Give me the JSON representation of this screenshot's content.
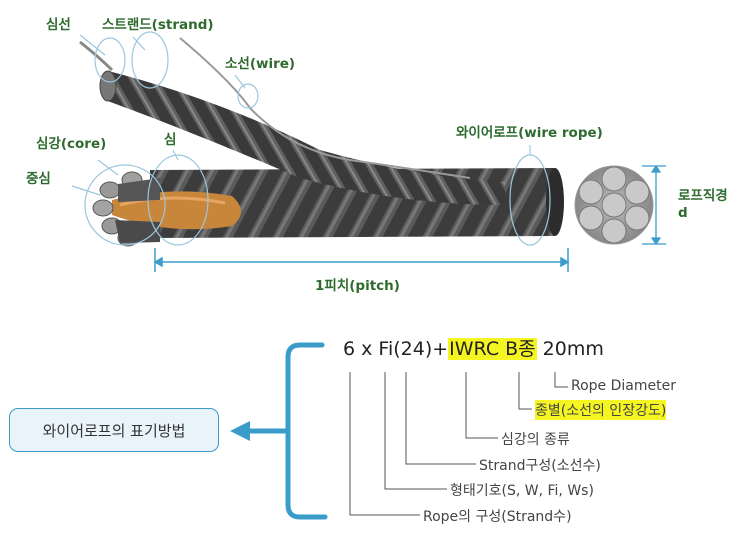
{
  "top_labels": {
    "core_wire": "심선",
    "strand": "스트랜드(strand)",
    "wire": "소선(wire)",
    "core": "심강(core)",
    "center": "중심",
    "sim": "심",
    "wire_rope": "와이어로프(wire rope)",
    "rope_diameter_line1": "로프직경",
    "rope_diameter_line2": "d",
    "pitch": "1피치(pitch)"
  },
  "formula": {
    "part1": "6 x Fi(24)+",
    "part2": "IWRC B종",
    "part3": " 20mm"
  },
  "method_box": "와이어로프의 표기방법",
  "explanations": {
    "rope_diameter": "Rope Diameter",
    "grade": "종별(소선의 인장강도)",
    "core_type": "심강의 종류",
    "strand_composition": "Strand구성(소선수)",
    "shape_symbol": "형태기호(S, W, Fi, Ws)",
    "rope_composition": "Rope의 구성(Strand수)"
  },
  "colors": {
    "label_green": "#2e6b2e",
    "accent_blue": "#3a9cc9",
    "highlight": "#f5f522",
    "core_orange": "#c8863a"
  }
}
